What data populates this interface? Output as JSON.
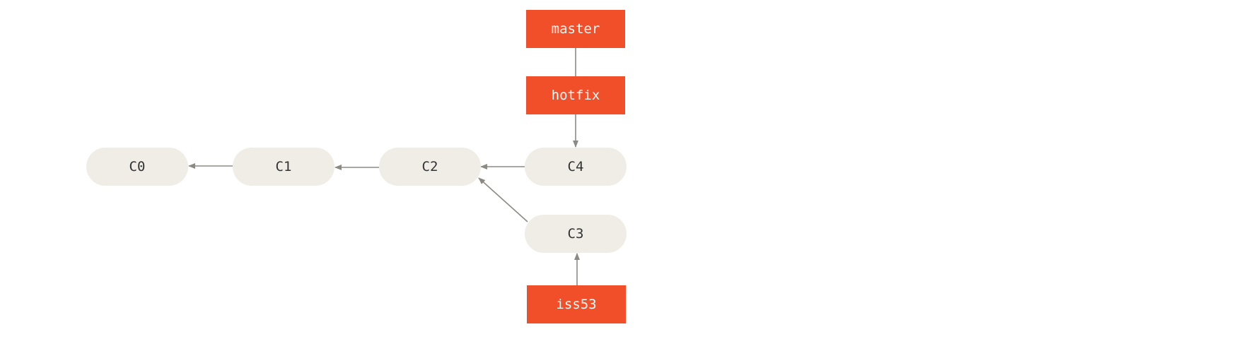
{
  "diagram": {
    "commits": [
      {
        "id": "c0",
        "label": "C0"
      },
      {
        "id": "c1",
        "label": "C1"
      },
      {
        "id": "c2",
        "label": "C2"
      },
      {
        "id": "c3",
        "label": "C3"
      },
      {
        "id": "c4",
        "label": "C4"
      }
    ],
    "branches": [
      {
        "id": "master",
        "label": "master",
        "points_to": "hotfix"
      },
      {
        "id": "hotfix",
        "label": "hotfix",
        "points_to": "C4"
      },
      {
        "id": "iss53",
        "label": "iss53",
        "points_to": "C3"
      }
    ],
    "edges": [
      {
        "from": "C1",
        "to": "C0"
      },
      {
        "from": "C2",
        "to": "C1"
      },
      {
        "from": "C4",
        "to": "C2"
      },
      {
        "from": "C3",
        "to": "C2"
      }
    ],
    "colors": {
      "branch_fill": "#f14f29",
      "branch_text": "#ffffff",
      "commit_fill": "#efede6",
      "commit_text": "#333333",
      "edge": "#8c8a82"
    }
  }
}
